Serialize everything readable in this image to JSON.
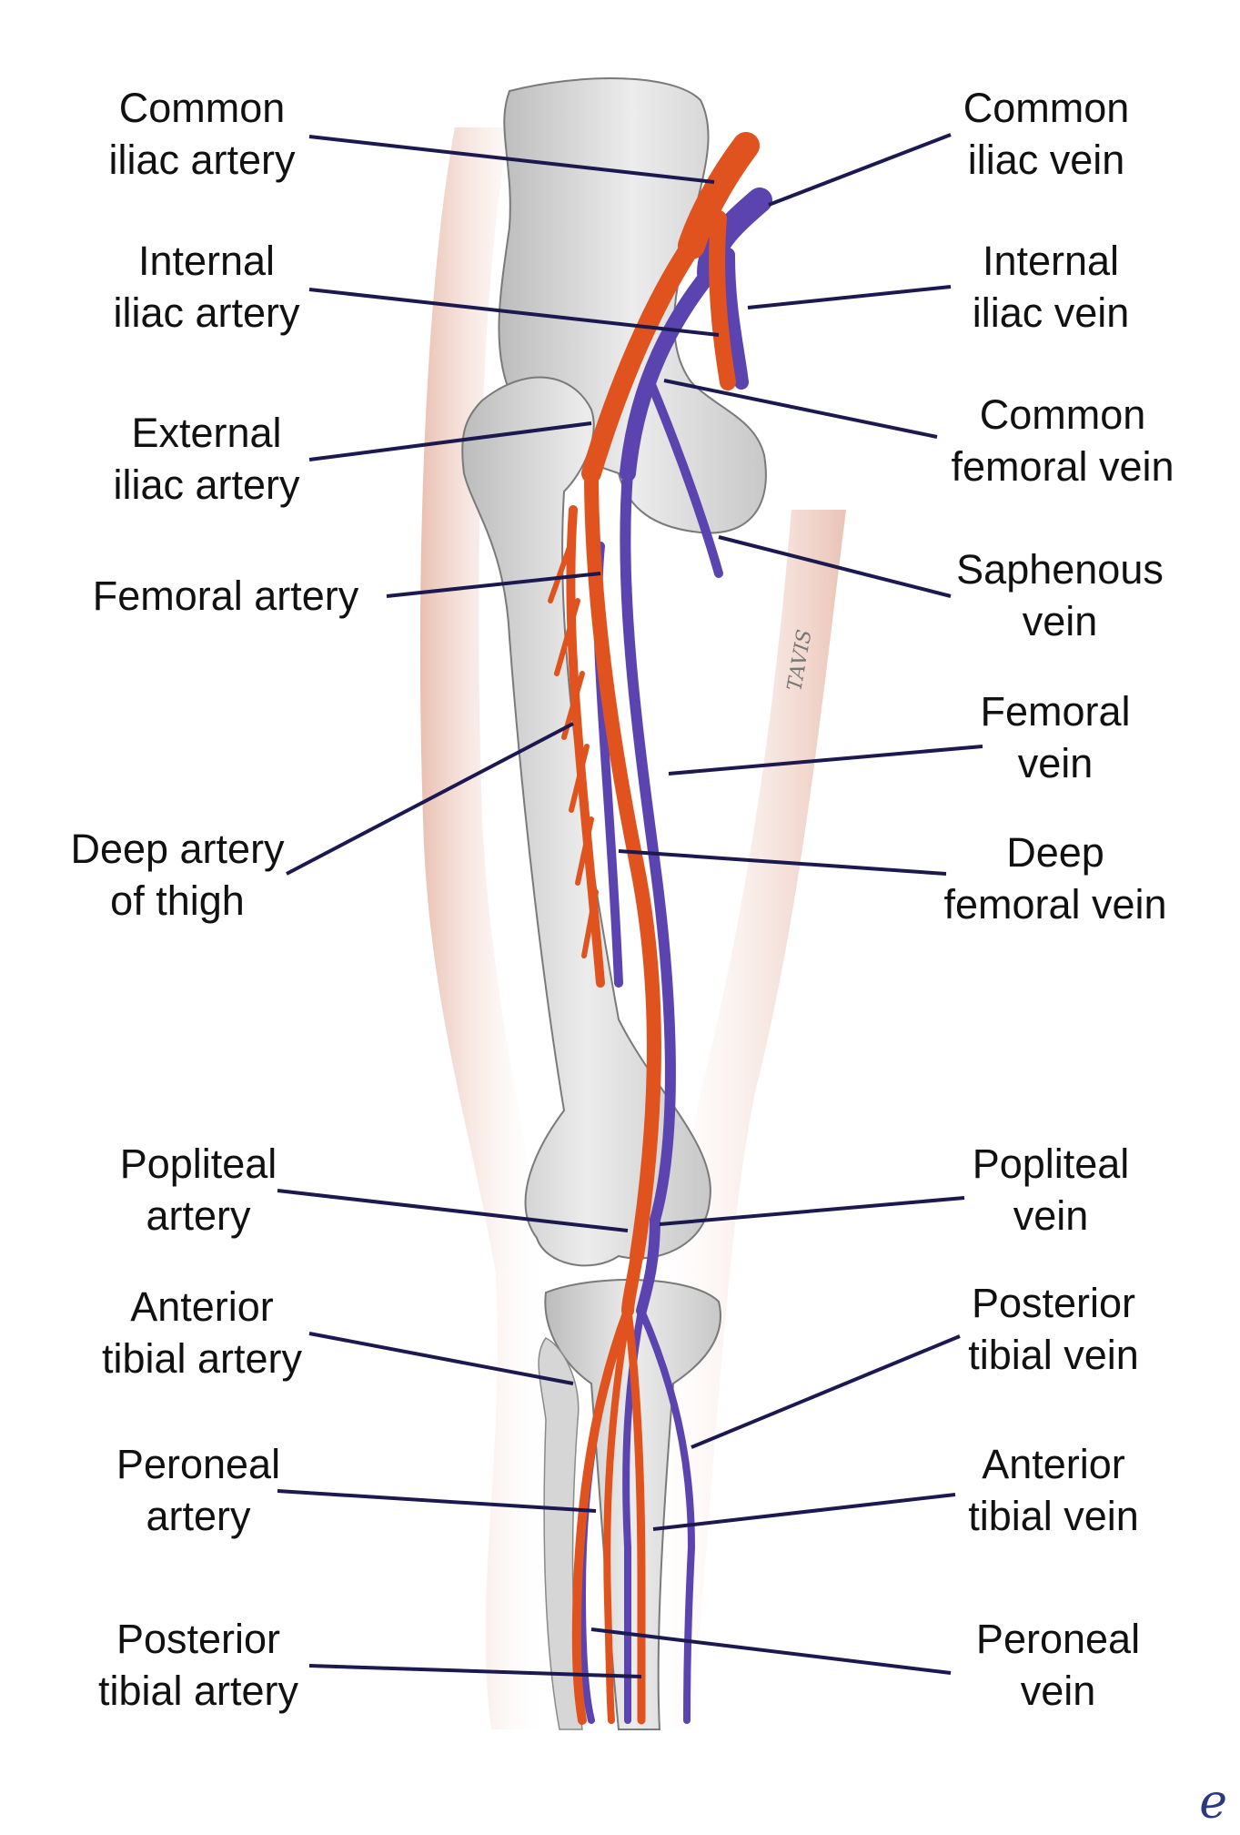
{
  "colors": {
    "artery": "#e0531f",
    "vein": "#5b44b0",
    "leader": "#1c1850",
    "bone": "#dcdcdc",
    "skin": "#f0d2c8"
  },
  "labels_left": [
    {
      "id": "common-iliac-artery",
      "lines": [
        "Common",
        "iliac artery"
      ]
    },
    {
      "id": "internal-iliac-artery",
      "lines": [
        "Internal",
        "iliac artery"
      ]
    },
    {
      "id": "external-iliac-artery",
      "lines": [
        "External",
        "iliac artery"
      ]
    },
    {
      "id": "femoral-artery",
      "lines": [
        "Femoral artery"
      ]
    },
    {
      "id": "deep-artery-of-thigh",
      "lines": [
        "Deep artery",
        "of thigh"
      ]
    },
    {
      "id": "popliteal-artery",
      "lines": [
        "Popliteal",
        "artery"
      ]
    },
    {
      "id": "anterior-tibial-artery",
      "lines": [
        "Anterior",
        "tibial artery"
      ]
    },
    {
      "id": "peroneal-artery",
      "lines": [
        "Peroneal",
        "artery"
      ]
    },
    {
      "id": "posterior-tibial-artery",
      "lines": [
        "Posterior",
        "tibial artery"
      ]
    }
  ],
  "labels_right": [
    {
      "id": "common-iliac-vein",
      "lines": [
        "Common",
        "iliac vein"
      ]
    },
    {
      "id": "internal-iliac-vein",
      "lines": [
        "Internal",
        "iliac vein"
      ]
    },
    {
      "id": "common-femoral-vein",
      "lines": [
        "Common",
        "femoral vein"
      ]
    },
    {
      "id": "saphenous-vein",
      "lines": [
        "Saphenous",
        "vein"
      ]
    },
    {
      "id": "femoral-vein",
      "lines": [
        "Femoral",
        "vein"
      ]
    },
    {
      "id": "deep-femoral-vein",
      "lines": [
        "Deep",
        "femoral vein"
      ]
    },
    {
      "id": "popliteal-vein",
      "lines": [
        "Popliteal",
        "vein"
      ]
    },
    {
      "id": "posterior-tibial-vein",
      "lines": [
        "Posterior",
        "tibial vein"
      ]
    },
    {
      "id": "anterior-tibial-vein",
      "lines": [
        "Anterior",
        "tibial vein"
      ]
    },
    {
      "id": "peroneal-vein",
      "lines": [
        "Peroneal",
        "vein"
      ]
    }
  ],
  "signature": "TAVIS",
  "logo": "e"
}
